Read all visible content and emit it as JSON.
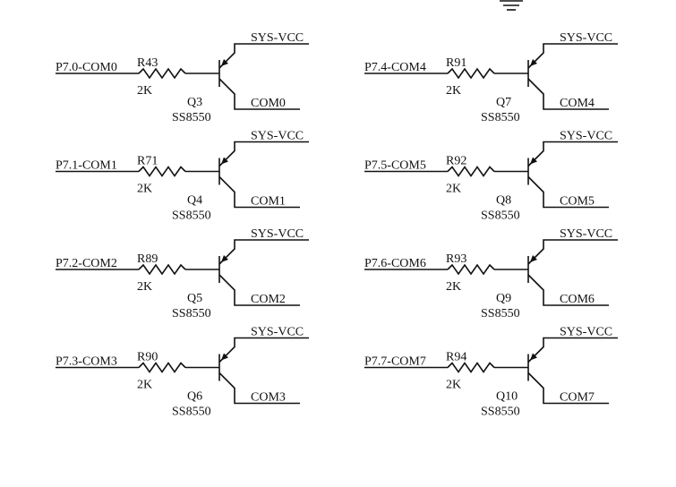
{
  "schematic": {
    "circuits": [
      {
        "input": "P7.0-COM0",
        "resistor": "R43",
        "value": "2K",
        "transistor": "Q3",
        "part": "SS8550",
        "supply": "SYS-VCC",
        "output": "COM0"
      },
      {
        "input": "P7.1-COM1",
        "resistor": "R71",
        "value": "2K",
        "transistor": "Q4",
        "part": "SS8550",
        "supply": "SYS-VCC",
        "output": "COM1"
      },
      {
        "input": "P7.2-COM2",
        "resistor": "R89",
        "value": "2K",
        "transistor": "Q5",
        "part": "SS8550",
        "supply": "SYS-VCC",
        "output": "COM2"
      },
      {
        "input": "P7.3-COM3",
        "resistor": "R90",
        "value": "2K",
        "transistor": "Q6",
        "part": "SS8550",
        "supply": "SYS-VCC",
        "output": "COM3"
      },
      {
        "input": "P7.4-COM4",
        "resistor": "R91",
        "value": "2K",
        "transistor": "Q7",
        "part": "SS8550",
        "supply": "SYS-VCC",
        "output": "COM4"
      },
      {
        "input": "P7.5-COM5",
        "resistor": "R92",
        "value": "2K",
        "transistor": "Q8",
        "part": "SS8550",
        "supply": "SYS-VCC",
        "output": "COM5"
      },
      {
        "input": "P7.6-COM6",
        "resistor": "R93",
        "value": "2K",
        "transistor": "Q9",
        "part": "SS8550",
        "supply": "SYS-VCC",
        "output": "COM6"
      },
      {
        "input": "P7.7-COM7",
        "resistor": "R94",
        "value": "2K",
        "transistor": "Q10",
        "part": "SS8550",
        "supply": "SYS-VCC",
        "output": "COM7"
      }
    ]
  }
}
